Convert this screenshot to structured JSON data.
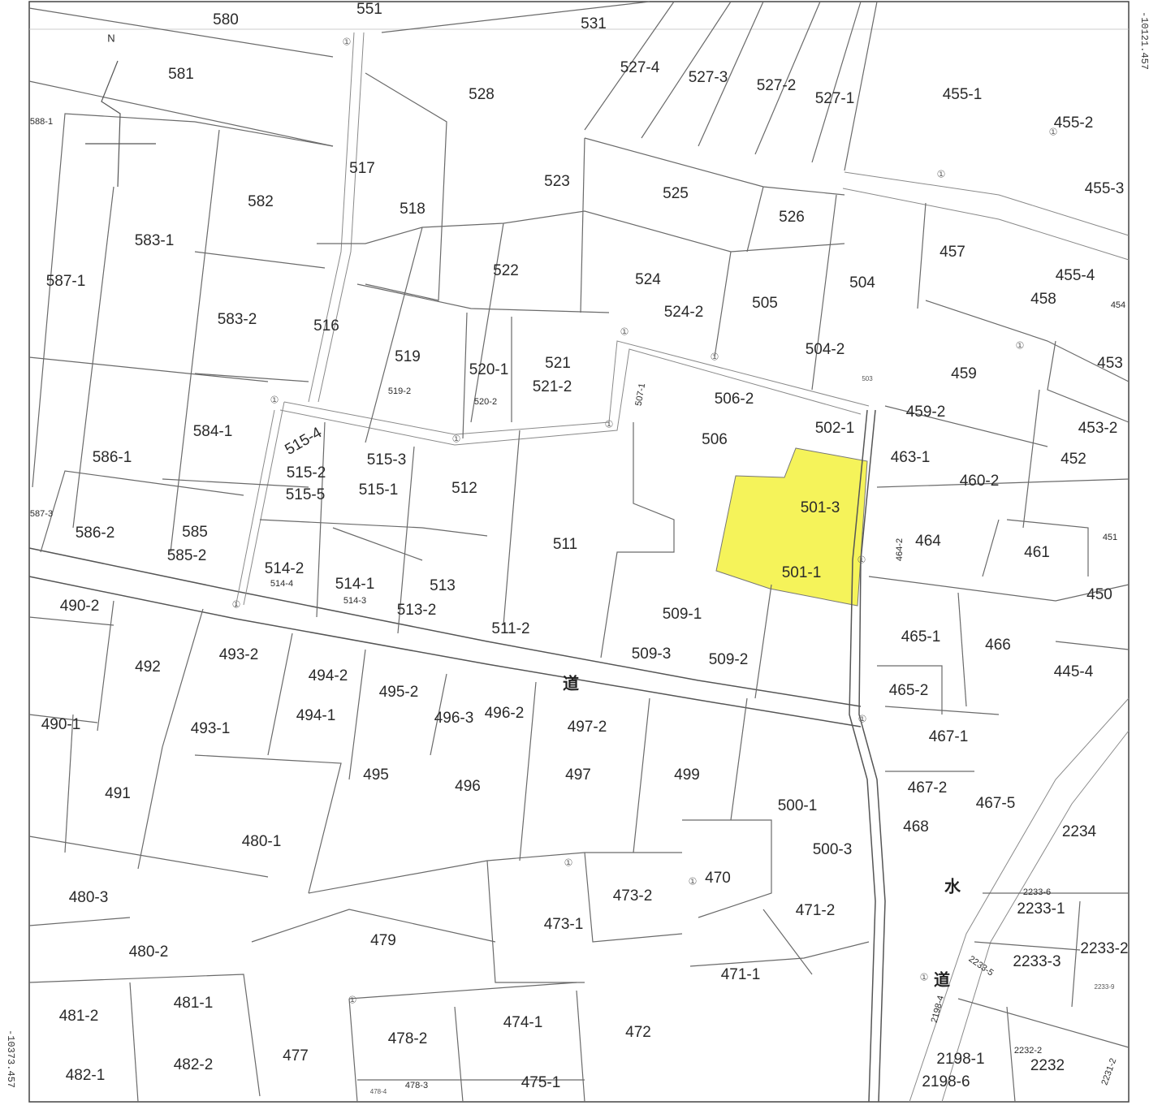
{
  "map": {
    "north_label": "N",
    "right_margin_ref": "-10121.457",
    "left_margin_ref": "-10373.457",
    "highlight_color": "#f5f35a",
    "highlighted_parcel": "501-3",
    "survey_mark_char": "①",
    "road_chars": [
      "道",
      "水",
      "道"
    ],
    "parcels": [
      "580",
      "551",
      "531",
      "581",
      "528",
      "527-4",
      "527-3",
      "527-2",
      "527-1",
      "455-1",
      "455-2",
      "588-1",
      "517",
      "523",
      "525",
      "526",
      "455-3",
      "582",
      "518",
      "583-1",
      "522",
      "524",
      "457",
      "504",
      "455-4",
      "458",
      "587-1",
      "583-2",
      "516",
      "505",
      "524-2",
      "454",
      "519",
      "520-1",
      "521",
      "521-2",
      "504-2",
      "503",
      "459",
      "453",
      "519-2",
      "520-2",
      "507-1",
      "506-2",
      "502-1",
      "459-2",
      "453-2",
      "584-1",
      "515-4",
      "506",
      "463-1",
      "452",
      "586-1",
      "515-2",
      "515-3",
      "515-5",
      "515-1",
      "512",
      "460-2",
      "501-3",
      "587-3",
      "586-2",
      "585",
      "511",
      "464-2",
      "464",
      "461",
      "451",
      "585-2",
      "514-2",
      "514-4",
      "514-1",
      "514-3",
      "513",
      "501-1",
      "450",
      "490-2",
      "513-2",
      "509-1",
      "465-1",
      "466",
      "493-2",
      "511-2",
      "509-3",
      "509-2",
      "492",
      "494-2",
      "495-2",
      "445-4",
      "465-2",
      "490-1",
      "494-1",
      "493-1",
      "496-3",
      "496-2",
      "497-2",
      "467-1",
      "467-2",
      "467-5",
      "491",
      "495",
      "496",
      "497",
      "499",
      "500-1",
      "480-1",
      "2234",
      "468",
      "500-3",
      "473-2",
      "470",
      "480-3",
      "471-2",
      "473-1",
      "2233-6",
      "2233-1",
      "479",
      "480-2",
      "471-1",
      "2233-3",
      "2233-2",
      "2233-5",
      "2233-9",
      "481-1",
      "481-2",
      "2198-4",
      "474-1",
      "472",
      "478-2",
      "2232-2",
      "2232",
      "477",
      "482-2",
      "482-1",
      "2198-1",
      "478-3",
      "478-4",
      "475-1",
      "2198-6",
      "2231-2"
    ]
  }
}
